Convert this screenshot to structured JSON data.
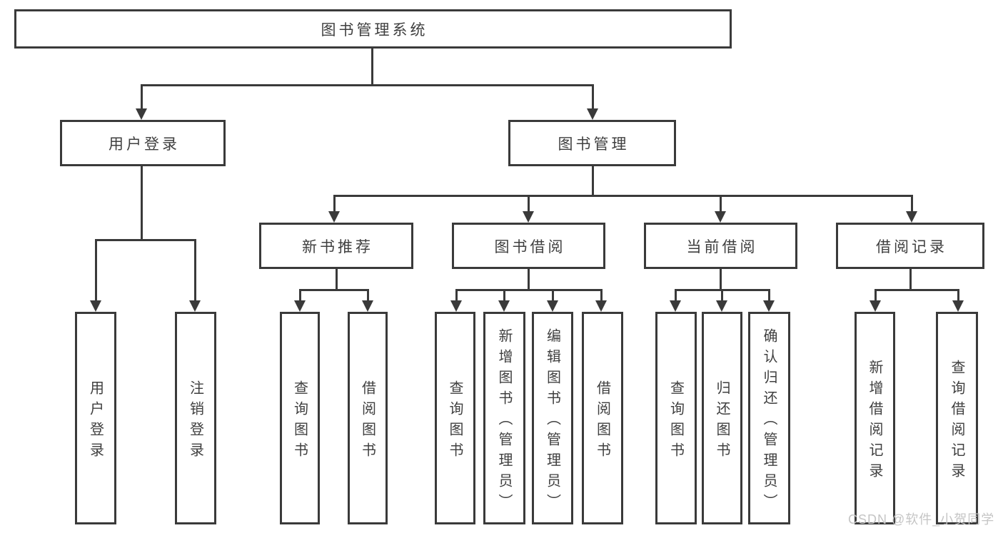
{
  "diagram_title": "图书管理系统",
  "tree": {
    "label": "图书管理系统",
    "children": [
      {
        "label": "用户登录",
        "children": [
          {
            "label": "用户登录"
          },
          {
            "label": "注销登录"
          }
        ]
      },
      {
        "label": "图书管理",
        "children": [
          {
            "label": "新书推荐",
            "children": [
              {
                "label": "查询图书"
              },
              {
                "label": "借阅图书"
              }
            ]
          },
          {
            "label": "图书借阅",
            "children": [
              {
                "label": "查询图书"
              },
              {
                "label": "新增图书（管理员）"
              },
              {
                "label": "编辑图书（管理员）"
              },
              {
                "label": "借阅图书"
              }
            ]
          },
          {
            "label": "当前借阅",
            "children": [
              {
                "label": "查询图书"
              },
              {
                "label": "归还图书"
              },
              {
                "label": "确认归还（管理员）"
              }
            ]
          },
          {
            "label": "借阅记录",
            "children": [
              {
                "label": "新增借阅记录"
              },
              {
                "label": "查询借阅记录"
              }
            ]
          }
        ]
      }
    ]
  },
  "watermark": {
    "text": "CSDN @软件_小贺同学"
  },
  "colors": {
    "line": "#3a3a3a",
    "box_border": "#3a3a3a",
    "background": "#ffffff",
    "watermark": "#c5c5c5"
  }
}
